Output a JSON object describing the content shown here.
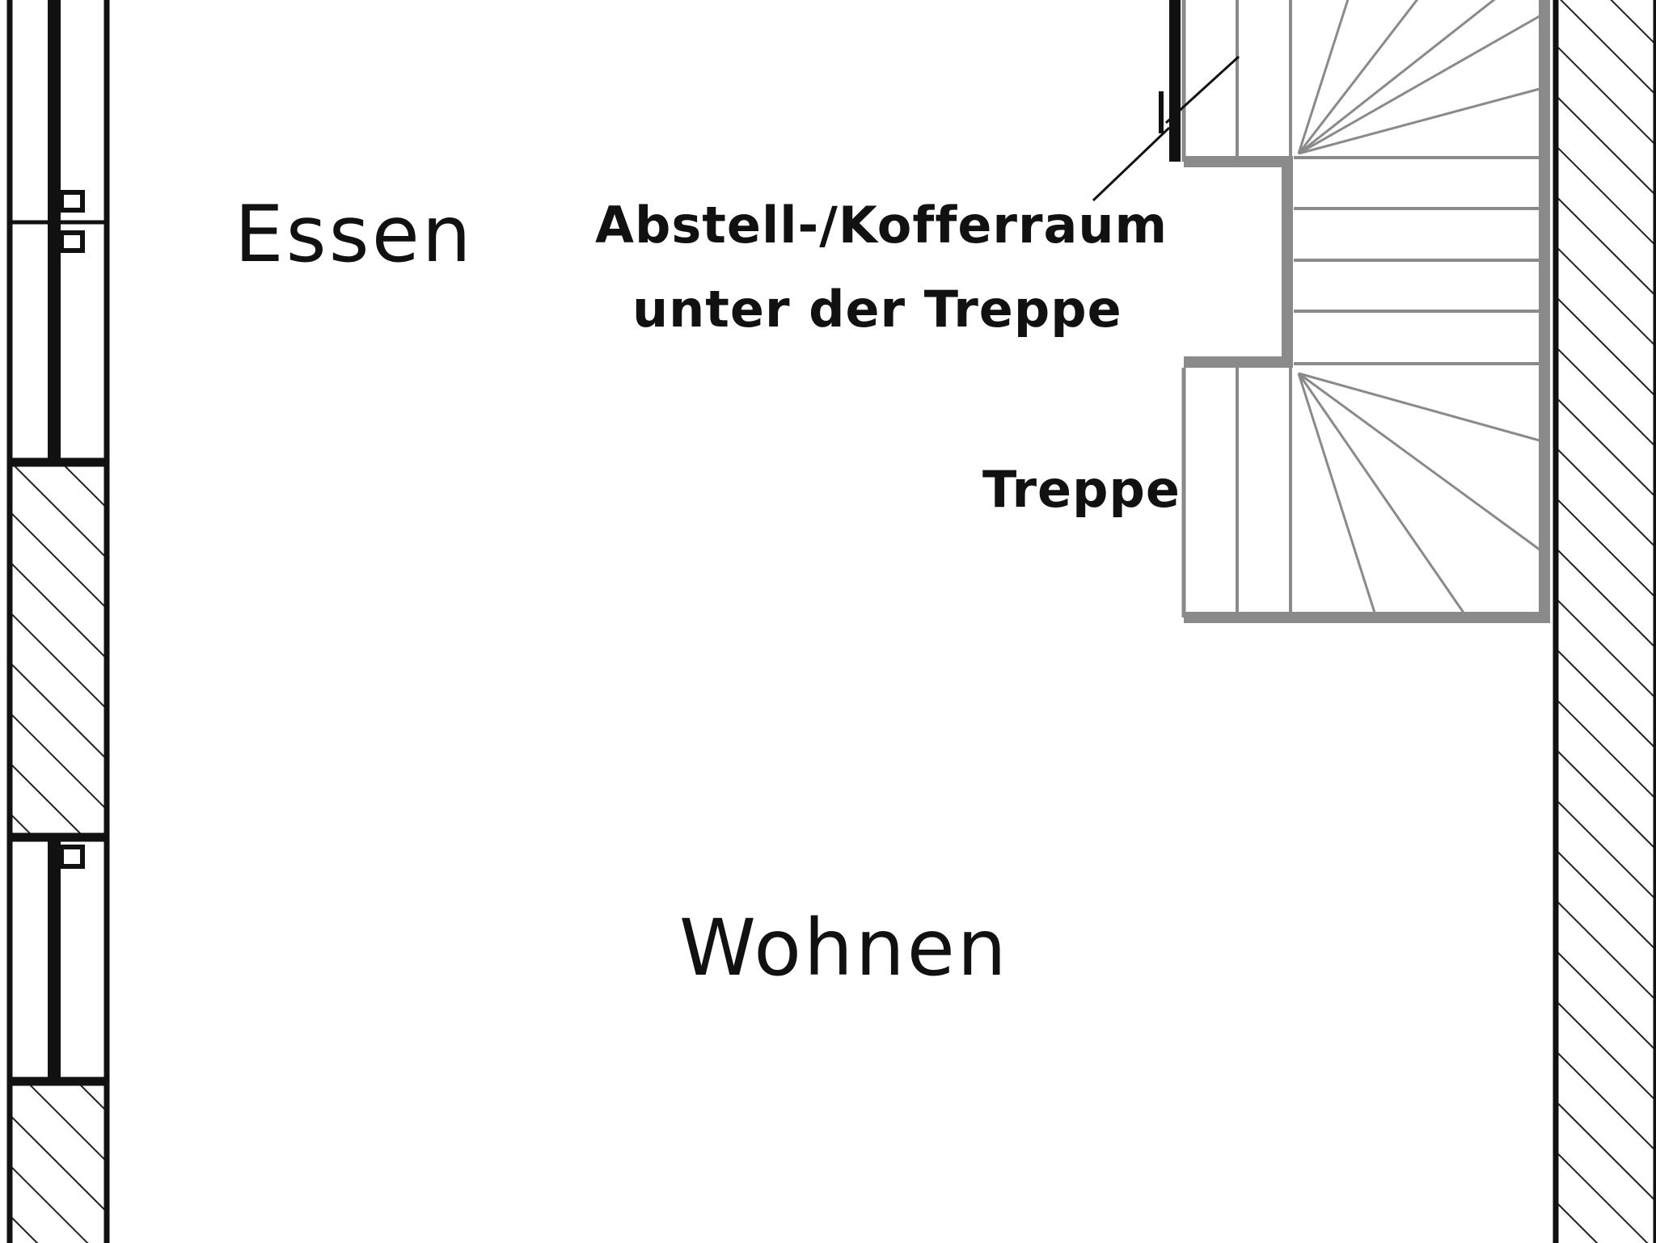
{
  "plan": {
    "rooms": {
      "essen": "Essen",
      "wohnen": "Wohnen"
    },
    "annotations": {
      "abstell_line1": "Abstell-/Kofferraum",
      "abstell_line2": "unter der Treppe",
      "treppe": "Treppe"
    },
    "colors": {
      "wall_outline": "#111111",
      "stair_line": "#8a8a8a",
      "background": "#ffffff"
    }
  }
}
